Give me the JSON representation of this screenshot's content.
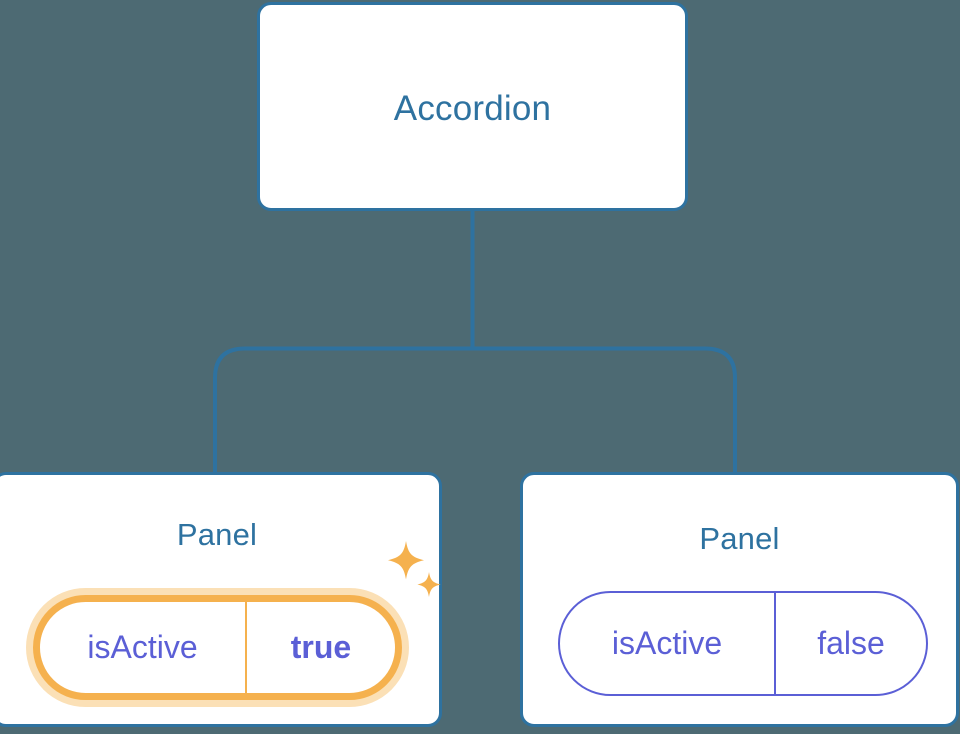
{
  "diagram": {
    "type": "component-tree",
    "background_color": "#4d6a73",
    "node_border_color": "#2e72a0",
    "node_title_color": "#2e72a0",
    "connector_color": "#2e72a0",
    "prop_color": "#5b5fd6",
    "highlight_color": "#f5b14e",
    "highlight_glow_color": "#fbe0b6",
    "sparkle_icon_color": "#f5b14e"
  },
  "root": {
    "title": "Accordion"
  },
  "children": [
    {
      "title": "Panel",
      "highlighted": true,
      "prop": {
        "key": "isActive",
        "value": "true",
        "value_bold": true
      },
      "sparkle": "sparkle-icon"
    },
    {
      "title": "Panel",
      "highlighted": false,
      "prop": {
        "key": "isActive",
        "value": "false",
        "value_bold": false
      }
    }
  ]
}
